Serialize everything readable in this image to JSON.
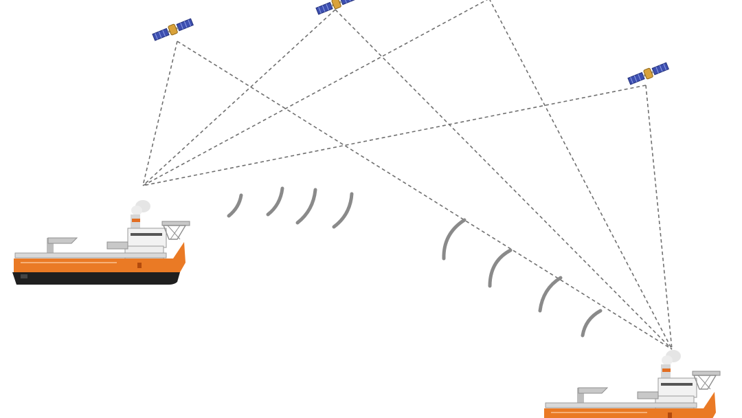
{
  "diagram": {
    "description_text": "",
    "colors": {
      "hull_orange": "#ea7a25",
      "hull_dark": "#1f1f1f",
      "deck_grey": "#b9b9b9",
      "wave_grey": "#8a8a8a",
      "satellite_panel": "#3d4fb0",
      "satellite_body": "#d9a23a",
      "line_grey": "#6f6f6f"
    },
    "icons": {
      "satellite": "satellite-icon",
      "ship": "ship-icon",
      "signal": "radio-wave-icon"
    },
    "satellite_count": 4,
    "ship_count": 2,
    "wave_groups": 2
  }
}
